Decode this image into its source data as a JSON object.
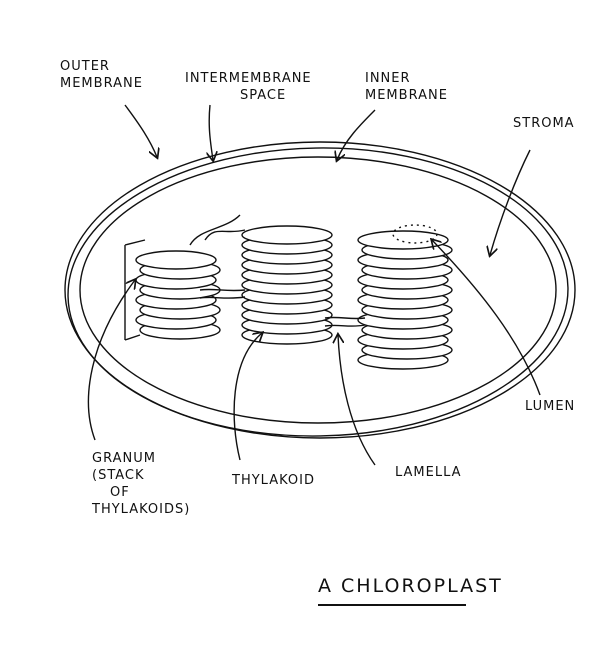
{
  "title": "A Chloroplast",
  "labels": {
    "outer_membrane": [
      "Outer",
      "Membrane"
    ],
    "intermembrane_space": [
      "Intermembrane",
      "Space"
    ],
    "inner_membrane": [
      "Inner",
      "Membrane"
    ],
    "stroma": "Stroma",
    "lumen": "Lumen",
    "granum": [
      "Granum",
      "(Stack",
      "of",
      "Thylakoids)"
    ],
    "thylakoid": "Thylakoid",
    "lamella": "Lamella"
  },
  "colors": {
    "ink": "#111111",
    "paper": "#ffffff"
  }
}
